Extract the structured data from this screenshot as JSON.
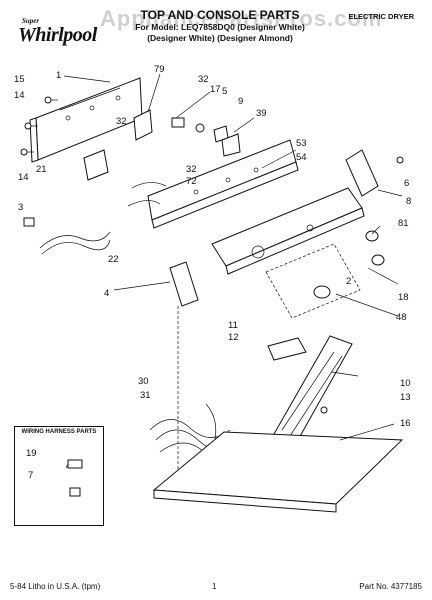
{
  "header": {
    "brand_small": "Super",
    "brand": "Whirlpool",
    "title": "TOP AND CONSOLE PARTS",
    "model_line": "For Model: LEQ7858DQ0 (Designer White)",
    "model_line2": "(Designer White) (Designer Almond)",
    "doc_type": "ELECTRIC DRYER",
    "watermark": "AppliancePartsPros.com"
  },
  "legend": {
    "title": "WIRING HARNESS PARTS"
  },
  "callouts": [
    "1",
    "79",
    "32",
    "17",
    "5",
    "15",
    "14",
    "32",
    "9",
    "39",
    "53",
    "54",
    "21",
    "32",
    "72",
    "6",
    "14",
    "3",
    "8",
    "81",
    "22",
    "2",
    "4",
    "18",
    "48",
    "11",
    "12",
    "10",
    "30",
    "13",
    "31",
    "16",
    "19",
    "7"
  ],
  "footer": {
    "left": "5-84 Litho in U.S.A. (tpm)",
    "center": "1",
    "right": "Part No. 4377185"
  }
}
